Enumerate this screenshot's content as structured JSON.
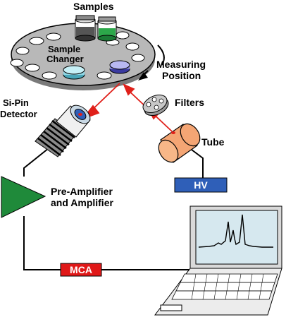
{
  "labels": {
    "samples": "Samples",
    "sample_changer_line1": "Sample",
    "sample_changer_line2": "Changer",
    "measuring_line1": "Measuring",
    "measuring_line2": "Position",
    "filters": "Filters",
    "sipin_line1": "Si-Pin",
    "sipin_line2": "Detector",
    "tube": "Tube",
    "hv": "HV",
    "amp_line1": "Pre-Amplifier",
    "amp_line2": "and Amplifier",
    "mca": "MCA"
  },
  "colors": {
    "beam": "#e0201a",
    "tube_fill": "#f4a574",
    "hv_fill": "#2f5fb8",
    "mca_fill": "#e01818",
    "amplifier_fill": "#1f8a3a",
    "changer_fill": "#b8b8b8",
    "spectrum_screen": "#d6e8ef"
  }
}
